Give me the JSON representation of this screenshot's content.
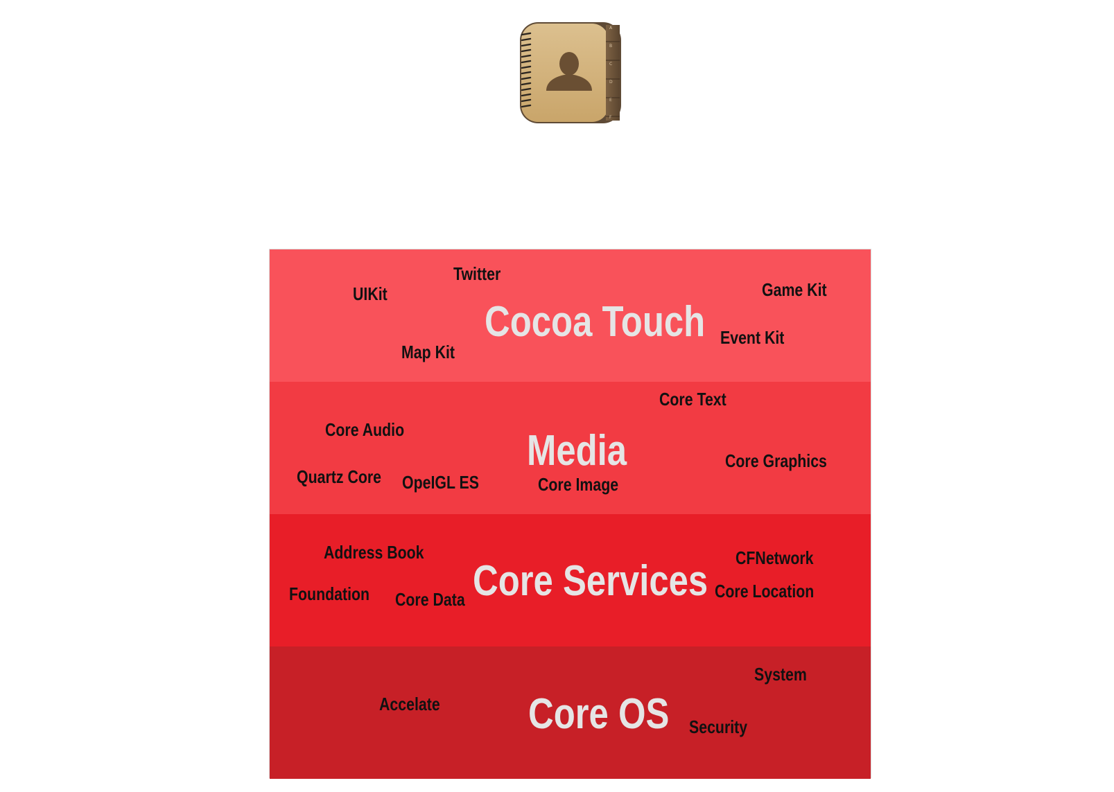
{
  "icon": {
    "name": "contacts-app-icon",
    "tabs": [
      "A",
      "B",
      "C",
      "D",
      "E",
      "F"
    ]
  },
  "layers": [
    {
      "title": "Cocoa Touch",
      "color": "#f9525a",
      "frameworks": [
        "Twitter",
        "UIKit",
        "Game Kit",
        "Event Kit",
        "Map Kit"
      ]
    },
    {
      "title": "Media",
      "color": "#f23b43",
      "frameworks": [
        "Core Text",
        "Core Audio",
        "Core Graphics",
        "Quartz Core",
        "OpeIGL ES",
        "Core Image"
      ]
    },
    {
      "title": "Core Services",
      "color": "#e81e28",
      "frameworks": [
        "Address Book",
        "CFNetwork",
        "Foundation",
        "Core Data",
        "Core Location"
      ]
    },
    {
      "title": "Core OS",
      "color": "#c72027",
      "frameworks": [
        "System",
        "Accelate",
        "Security"
      ]
    }
  ]
}
